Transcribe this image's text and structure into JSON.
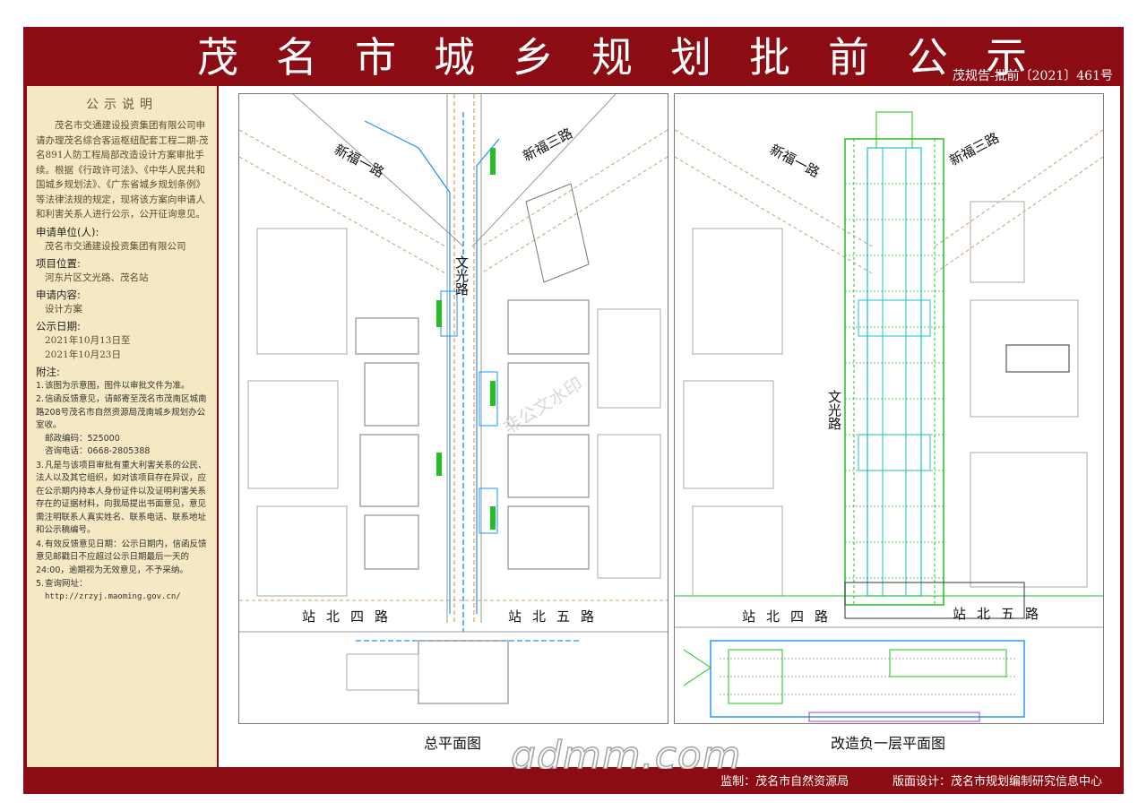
{
  "header": {
    "title": "茂名市城乡规划批前公示",
    "doc_number": "茂规告-批前〔2021〕461号"
  },
  "sidebar": {
    "heading": "公示说明",
    "intro": "茂名市交通建设投资集团有限公司申请办理茂名综合客运枢纽配套工程二期-茂名891人防工程局部改造设计方案审批手续。根据《行政许可法》、《中华人民共和国城乡规划法》、《广东省城乡规划条例》等法律法规的规定，现将该方案向申请人和利害关系人进行公示，公开征询意见。",
    "applicant_label": "申请单位(人):",
    "applicant": "茂名市交通建设投资集团有限公司",
    "location_label": "项目位置:",
    "location": "河东片区文光路、茂名站",
    "content_label": "申请内容:",
    "content": "设计方案",
    "date_label": "公示日期:",
    "date_start": "2021年10月13日至",
    "date_end": "2021年10月23日",
    "notes_label": "附注:",
    "notes": [
      {
        "num": "1.",
        "text": "该图为示意图，图件以审批文件为准。"
      },
      {
        "num": "2.",
        "text": "信函反馈意见，请邮寄至茂名市茂南区城南路208号茂名市自然资源局茂南城乡规划办公室收。"
      },
      {
        "num": "3.",
        "text": "凡是与该项目审批有重大利害关系的公民、法人以及其它组织，如对该项目存在异议，应在公示期内持本人身份证件以及证明利害关系存在的证据材料，向我局提出书面意见，意见需注明联系人真实姓名、联系电话、联系地址和公示稿编号。"
      },
      {
        "num": "4.",
        "text": "有效反馈意见日期：公示日期内，信函反馈意见邮戳日不应超过公示日期最后一天的24:00，逾期视为无效意见，不予采纳。"
      },
      {
        "num": "5.",
        "text": "查询网址："
      }
    ],
    "postcode": "邮政编码：525000",
    "phone": "咨询电话：0668-2805388",
    "url": "http://zrzyj.maoming.gov.cn/"
  },
  "maps": {
    "left_caption": "总平面图",
    "right_caption": "改造负一层平面图",
    "road_xinfu": "新福一路",
    "road_xinfu3": "新福三路",
    "road_wenguang": "文光路",
    "road_zhanbei4": "站北四路",
    "road_zhanbei5": "站北五路",
    "stamp": "非公文水印"
  },
  "footer": {
    "supervisor": "监制：茂名市自然资源局",
    "designer": "版面设计：茂名市规划编制研究信息中心"
  },
  "watermark": "gdmm.com",
  "colors": {
    "frame": "#8b0c12",
    "panel": "#f4e9c2",
    "pipe_blue": "#1e90ff",
    "pipe_green": "#22c022",
    "road_orange": "#e08a2e"
  }
}
